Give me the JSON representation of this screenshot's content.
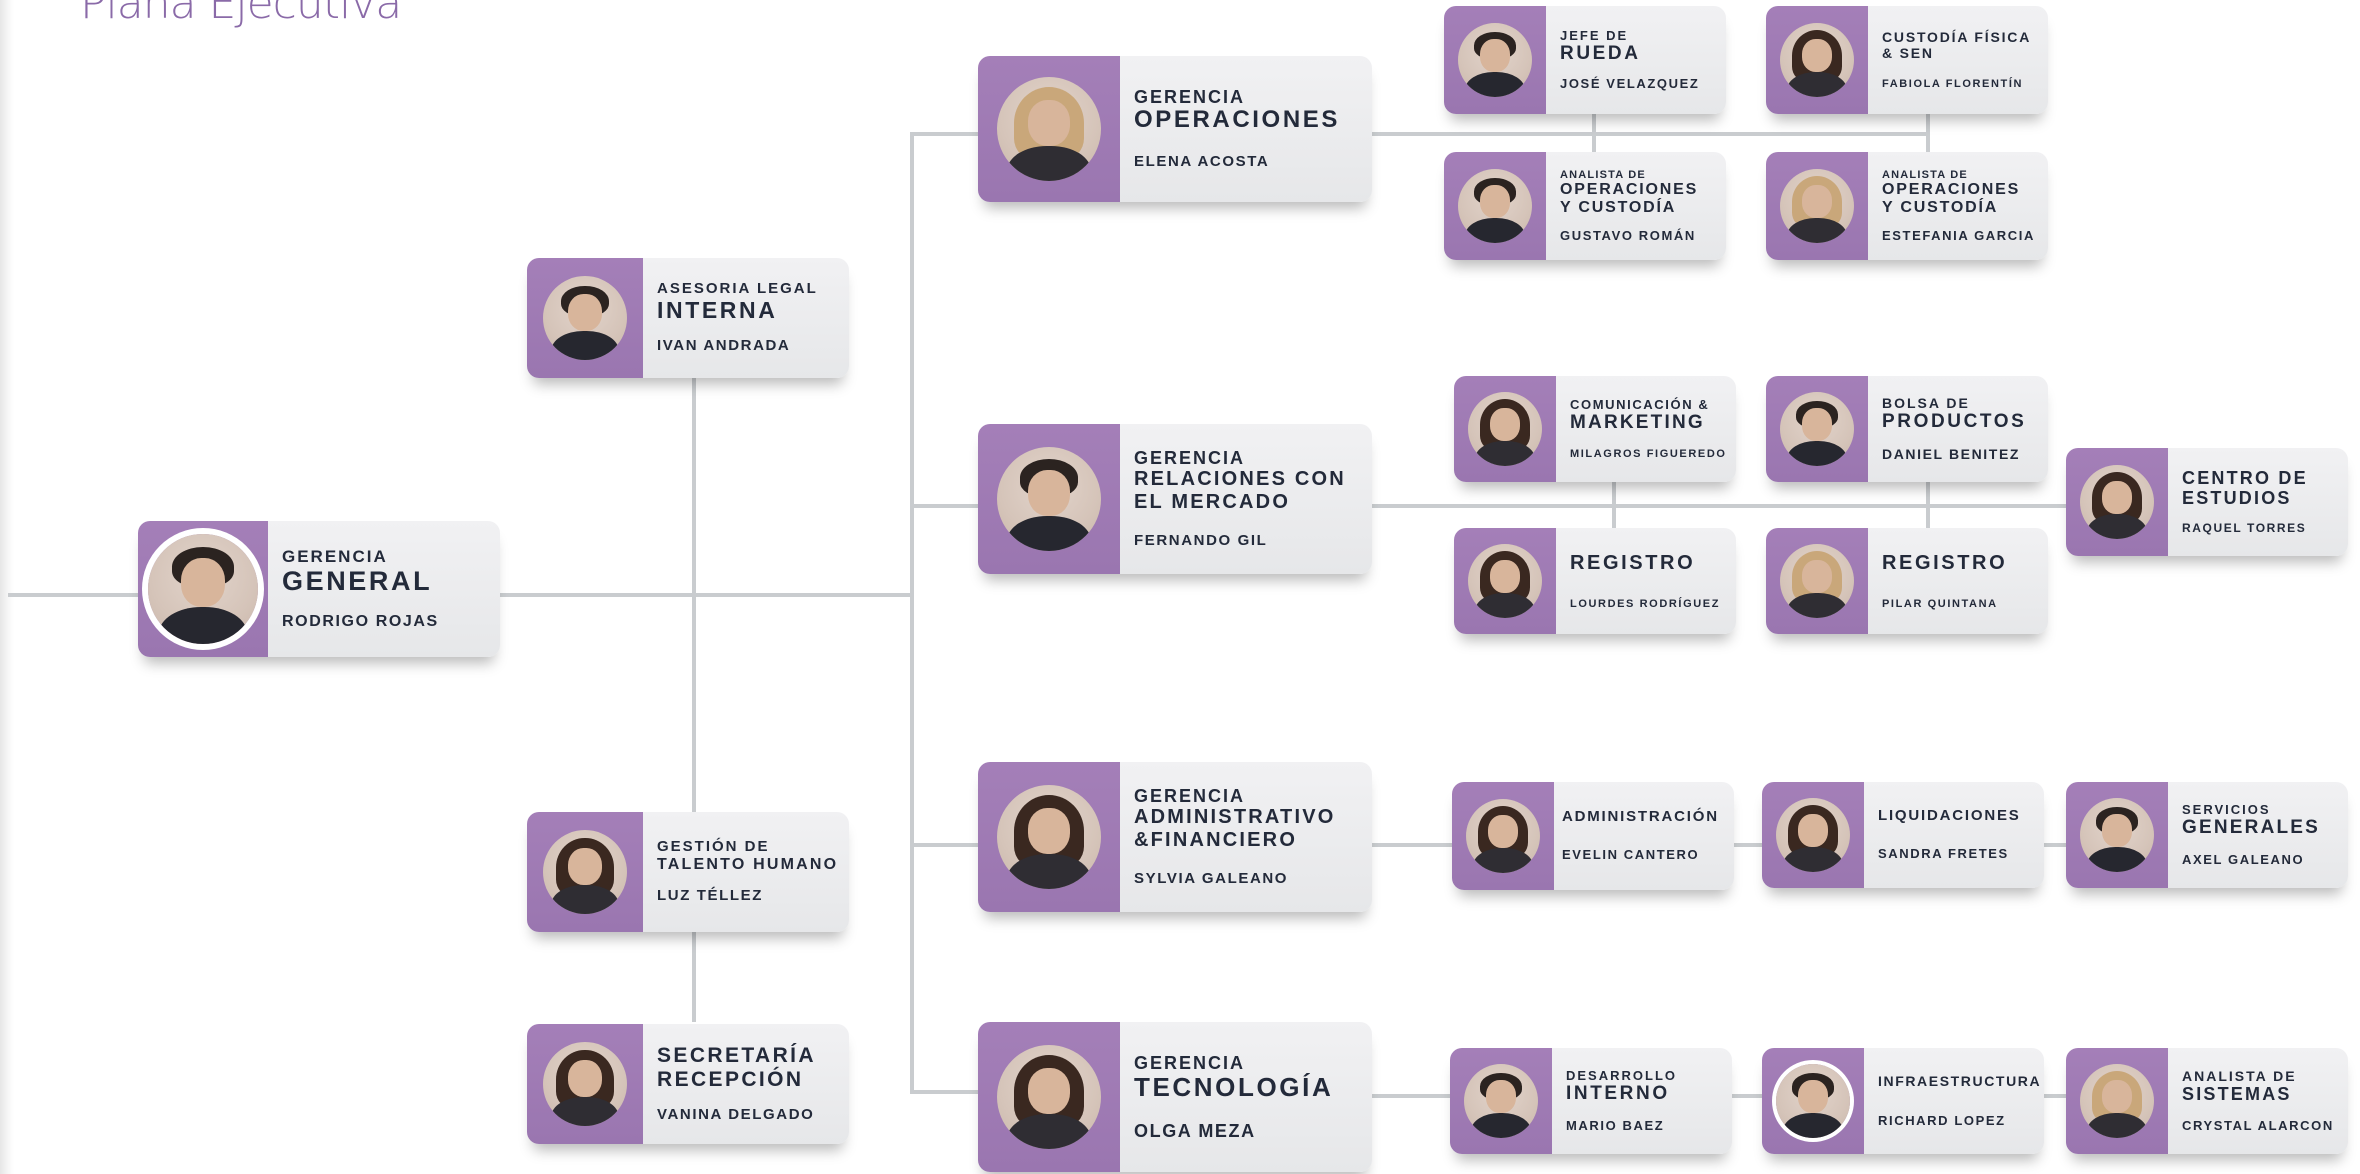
{
  "title": "Plana Ejecutiva",
  "colors": {
    "accent": "#a47fb8",
    "card_bg": "#eeeef0",
    "line": "#c9cccf",
    "title": "#8a6aa8"
  },
  "cards": {
    "general": {
      "pre": "Gerencia",
      "main": "General",
      "name": "Rodrigo Rojas"
    },
    "legal": {
      "pre": "Asesoria Legal",
      "main": "Interna",
      "name": "Ivan Andrada"
    },
    "talento": {
      "pre": "Gestión de",
      "main": "Talento Humano",
      "name": "Luz Téllez"
    },
    "secretaria": {
      "main": "Secretaría",
      "main2": "Recepción",
      "name": "Vanina Delgado"
    },
    "operaciones": {
      "pre": "Gerencia",
      "main": "Operaciones",
      "name": "Elena Acosta"
    },
    "relaciones": {
      "pre": "Gerencia",
      "main": "Relaciones con",
      "main2": "el Mercado",
      "name": "Fernando Gil"
    },
    "administrativo": {
      "pre": "Gerencia",
      "main": "Administrativo",
      "main2": "&Financiero",
      "name": "Sylvia Galeano"
    },
    "tecnologia": {
      "pre": "Gerencia",
      "main": "Tecnología",
      "name": "Olga Meza"
    },
    "rueda": {
      "pre": "Jefe de",
      "main": "Rueda",
      "name": "José Velazquez"
    },
    "custodia": {
      "pre": "Custodía Física",
      "pre2": "& SEN",
      "name": "Fabiola Florentín"
    },
    "analista_op1": {
      "pre": "Analista de",
      "main": "Operaciones",
      "main2": "y Custodía",
      "name": "Gustavo Román"
    },
    "analista_op2": {
      "pre": "Analista de",
      "main": "Operaciones",
      "main2": "y Custodía",
      "name": "Estefania Garcia"
    },
    "comunicacion": {
      "pre": "Comunicación &",
      "main": "Marketing",
      "name": "Milagros Figueredo"
    },
    "bolsa": {
      "pre": "Bolsa de",
      "main": "Productos",
      "name": "Daniel Benitez"
    },
    "estudios": {
      "main": "Centro de",
      "main2": "Estudios",
      "name": "Raquel Torres"
    },
    "registro1": {
      "main": "Registro",
      "name": "Lourdes Rodríguez"
    },
    "registro2": {
      "main": "Registro",
      "name": "Pilar Quintana"
    },
    "administracion": {
      "main": "Administración",
      "name": "Evelin Cantero"
    },
    "liquidaciones": {
      "main": "Liquidaciones",
      "name": "Sandra Fretes"
    },
    "servicios": {
      "pre": "Servicios",
      "main": "Generales",
      "name": "Axel Galeano"
    },
    "desarrollo": {
      "pre": "Desarrollo",
      "main": "Interno",
      "name": "Mario Baez"
    },
    "infraestructura": {
      "main": "Infraestructura",
      "name": "Richard Lopez"
    },
    "sistemas": {
      "pre": "Analista de",
      "main": "Sistemas",
      "name": "Crystal Alarcon"
    }
  }
}
